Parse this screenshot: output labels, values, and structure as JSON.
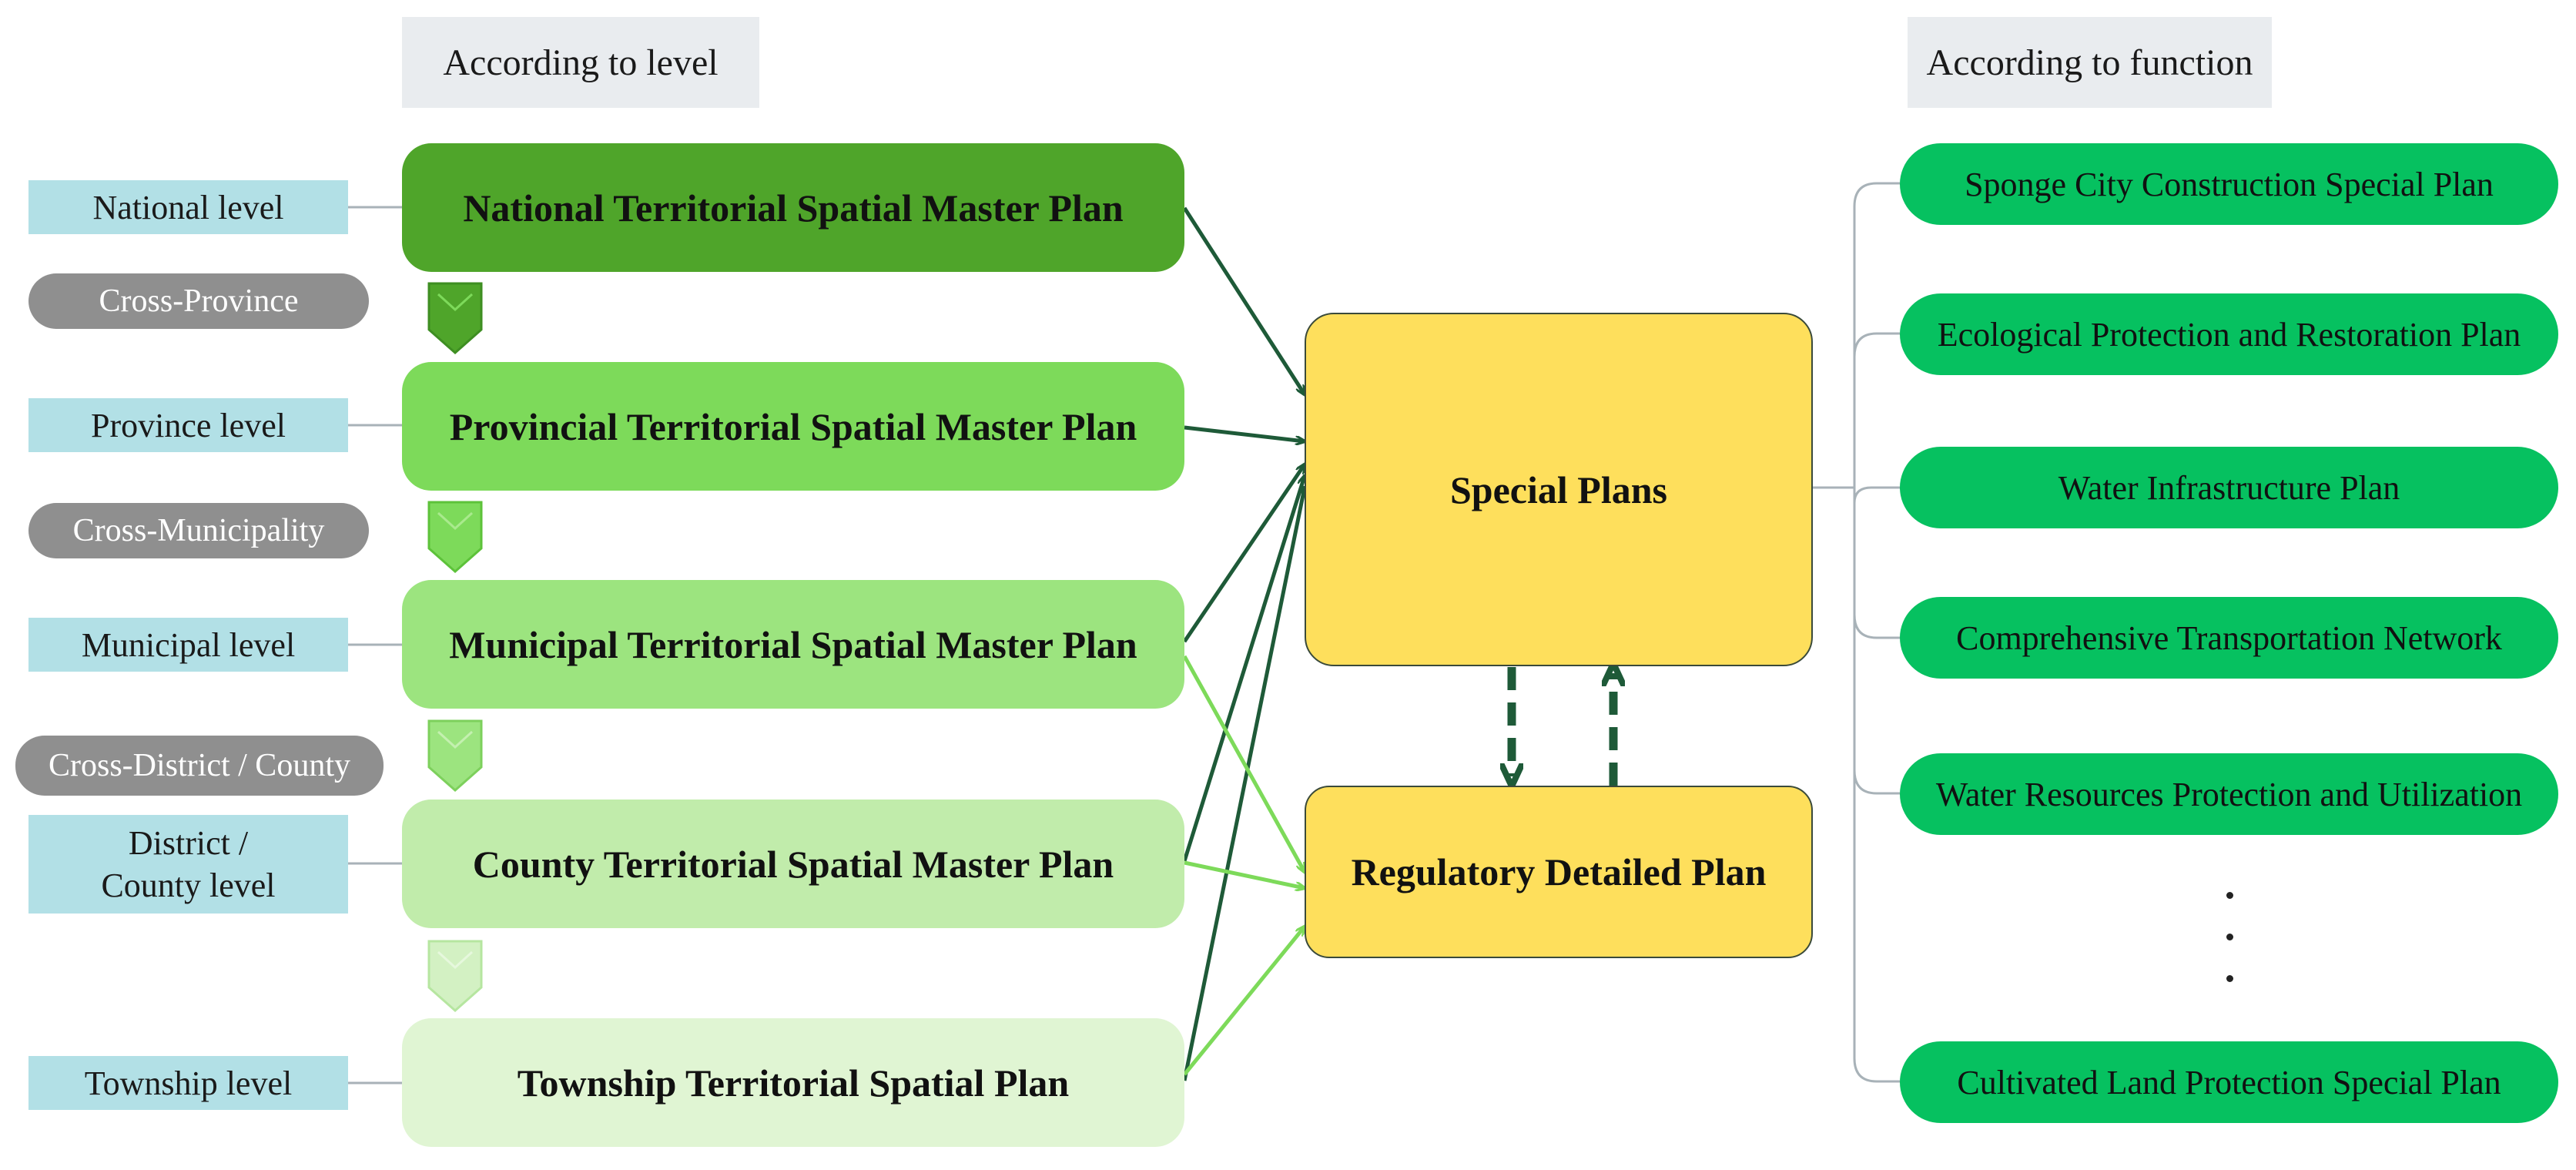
{
  "headers": {
    "level": "According to level",
    "function": "According to function"
  },
  "levels": {
    "national": "National level",
    "province": "Province level",
    "municipal": "Municipal level",
    "district": "District / County level",
    "township": "Township level"
  },
  "cross": {
    "province": "Cross-Province",
    "municipality": "Cross-Municipality",
    "district": "Cross-District / County"
  },
  "plans": {
    "national": "National Territorial Spatial Master Plan",
    "provincial": "Provincial Territorial Spatial Master Plan",
    "municipal": "Municipal Territorial Spatial Master Plan",
    "county": "County Territorial Spatial Master Plan",
    "township": "Township Territorial Spatial Plan"
  },
  "center": {
    "special": "Special Plans",
    "regulatory": "Regulatory Detailed Plan"
  },
  "functions": [
    "Sponge City Construction Special Plan",
    "Ecological Protection and Restoration Plan",
    "Water Infrastructure Plan",
    "Comprehensive Transportation Network",
    "Water Resources Protection and Utilization",
    "Cultivated Land Protection Special Plan"
  ],
  "colors": {
    "national": "#4fa52a",
    "provincial": "#7dda5a",
    "municipal": "#9ce47f",
    "county": "#c1ecab",
    "township": "#e0f5d3",
    "yellow": "#fedf5c",
    "function_green": "#06c160",
    "dark_arrow": "#1e5a38",
    "light_arrow": "#7dda5a",
    "level_box": "#b2e0e6",
    "cross_pill": "#8f8f8f"
  }
}
